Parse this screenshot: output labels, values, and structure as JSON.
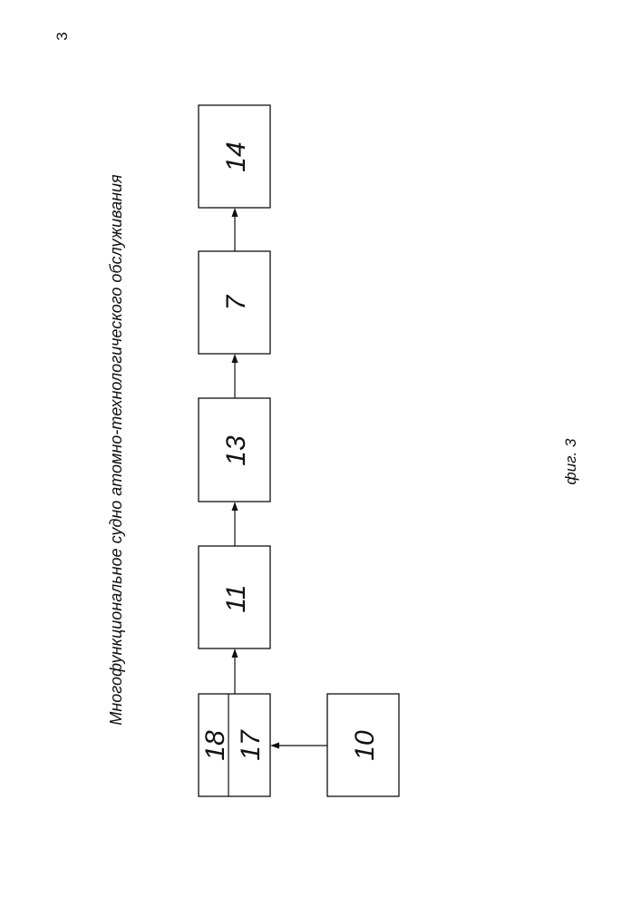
{
  "page_number": "3",
  "title": "Многофункциональное судно атомно-технологического обслуживания",
  "caption": "фиг. 3",
  "blocks": {
    "b14": "14",
    "b7": "7",
    "b13": "13",
    "b11": "11",
    "b18": "18",
    "b17": "17",
    "b10": "10"
  },
  "connections": [
    {
      "from": "17",
      "to": "11"
    },
    {
      "from": "11",
      "to": "13"
    },
    {
      "from": "13",
      "to": "7"
    },
    {
      "from": "7",
      "to": "14"
    },
    {
      "from": "10",
      "to": "17"
    }
  ]
}
